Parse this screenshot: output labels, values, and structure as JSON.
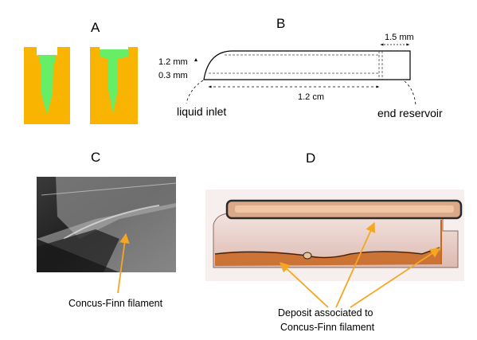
{
  "panels": {
    "A": {
      "letter": "A"
    },
    "B": {
      "letter": "B",
      "dim_top_right": "1.5 mm",
      "dim_height": "1.2 mm",
      "dim_gap": "0.3 mm",
      "dim_length": "1.2 cm",
      "label_inlet": "liquid inlet",
      "label_reservoir": "end reservoir"
    },
    "C": {
      "letter": "C",
      "annotation": "Concus-Finn filament"
    },
    "D": {
      "letter": "D",
      "annotation_line1": "Deposit associated to",
      "annotation_line2": "Concus-Finn filament"
    }
  },
  "colors": {
    "orange": "#F8B400",
    "green": "#66EE66",
    "arrow": "#F5A623",
    "deposit": "#C8661E",
    "tube": "#E6C9C2"
  }
}
